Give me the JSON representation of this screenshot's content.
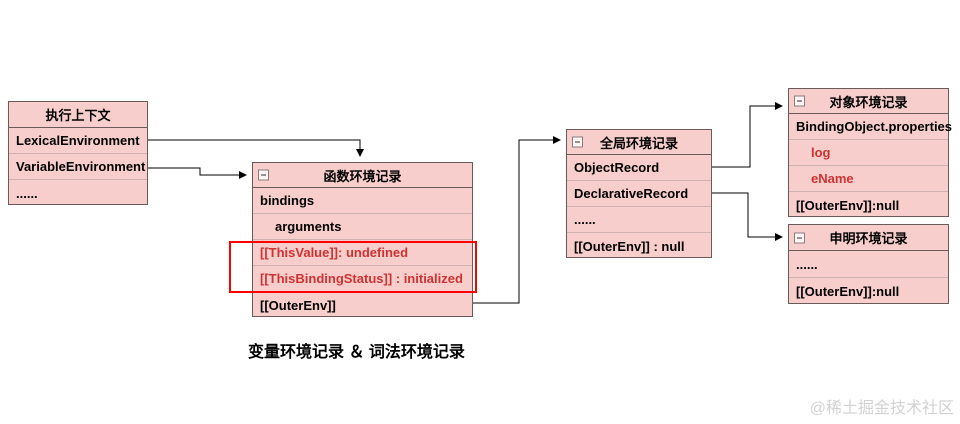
{
  "colors": {
    "box_fill": "#f8cecc",
    "box_border": "#6b5a5a",
    "row_divider": "#cfb3b3",
    "red_text": "#cc3333",
    "highlight_rect": "#ff0000",
    "connector": "#000000",
    "watermark": "#d2d2d2"
  },
  "boxes": [
    {
      "id": "execution-context",
      "title": "执行上下文",
      "rows": [
        {
          "text": "LexicalEnvironment"
        },
        {
          "text": "VariableEnvironment"
        },
        {
          "text": "......"
        }
      ]
    },
    {
      "id": "function-environment-record",
      "title": "函数环境记录",
      "rows": [
        {
          "text": "bindings"
        },
        {
          "text": "arguments"
        },
        {
          "text": "[[ThisValue]]: undefined"
        },
        {
          "text": "[[ThisBindingStatus]] : initialized"
        },
        {
          "text": "[[OuterEnv]]"
        }
      ]
    },
    {
      "id": "global-environment-record",
      "title": "全局环境记录",
      "rows": [
        {
          "text": "ObjectRecord"
        },
        {
          "text": "DeclarativeRecord"
        },
        {
          "text": "......"
        },
        {
          "text": "[[OuterEnv]]  :  null"
        }
      ]
    },
    {
      "id": "object-environment-record",
      "title": "对象环境记录",
      "rows": [
        {
          "text": "BindingObject.properties"
        },
        {
          "text": "log"
        },
        {
          "text": "eName"
        },
        {
          "text": "[[OuterEnv]]:null"
        }
      ]
    },
    {
      "id": "declaration-environment-record",
      "title": "申明环境记录",
      "rows": [
        {
          "text": "......"
        },
        {
          "text": "[[OuterEnv]]:null"
        }
      ]
    }
  ],
  "caption": {
    "text": "变量环境记录 ＆ 词法环境记录"
  },
  "watermark": {
    "text": "@稀土掘金技术社区"
  }
}
